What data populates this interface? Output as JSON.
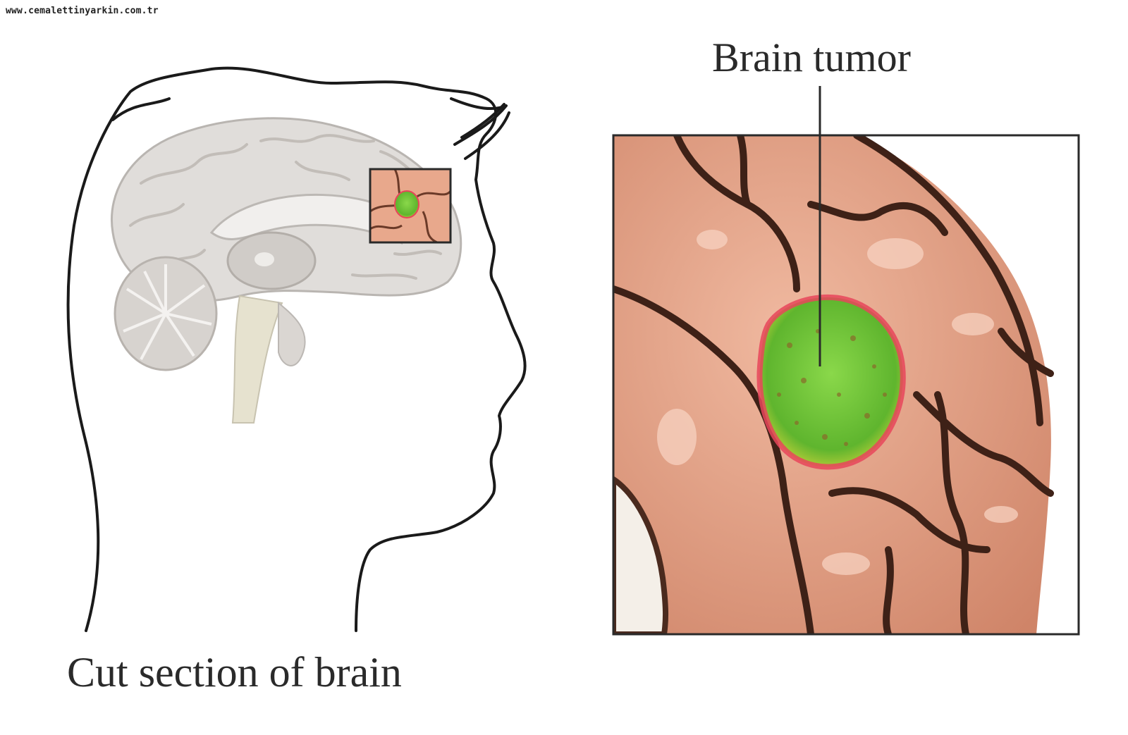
{
  "watermark": "www.cemalettinyarkin.com.tr",
  "callout": {
    "label": "Brain tumor"
  },
  "caption": "Cut section of brain",
  "colors": {
    "outline": "#1a1a1a",
    "brain_gray": "#d9d6d3",
    "brain_tissue": "#d9957a",
    "sulci": "#4a2a1e",
    "tumor": "#6cc23c",
    "tumor_rim": "#e8455a"
  },
  "icons": [
    "head-profile-outline",
    "brain-midsagittal",
    "magnified-brain-tissue",
    "tumor-mass"
  ]
}
